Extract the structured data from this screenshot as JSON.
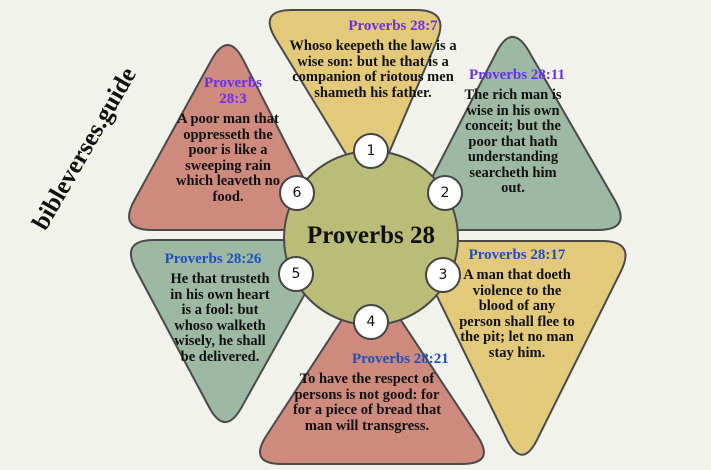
{
  "brand": "bibleverses.guide",
  "center": {
    "title": "Proverbs 28",
    "color": "#b9bd78"
  },
  "colors": {
    "yellow": "#e3c97a",
    "sage": "#9db9a3",
    "red": "#cf8a7e",
    "stroke": "#4a4a4a",
    "purple_ref": "#6a2ef0",
    "blue_ref": "#1d4fbf"
  },
  "verses": [
    {
      "number": "1",
      "ref": "Proverbs 28:7",
      "text": "Whoso keepeth the law is a wise son: but he that is a companion of riotous men shameth his father."
    },
    {
      "number": "2",
      "ref": "Proverbs 28:11",
      "text": "The rich man is wise in his own conceit; but the poor that hath understanding searcheth him out."
    },
    {
      "number": "3",
      "ref": "Proverbs 28:17",
      "text": "A man that doeth violence to the blood of any person shall flee to the pit; let no man stay him."
    },
    {
      "number": "4",
      "ref": "Proverbs 28:21",
      "text": "To have the respect of persons is not good: for for a piece of bread that man will transgress."
    },
    {
      "number": "5",
      "ref": "Proverbs 28:26",
      "text": "He that trusteth in his own heart is a fool: but whoso walketh wisely, he shall be delivered."
    },
    {
      "number": "6",
      "ref": "Proverbs 28:3",
      "text": "A poor man that oppresseth the poor is like a sweeping rain which leaveth no food."
    }
  ]
}
